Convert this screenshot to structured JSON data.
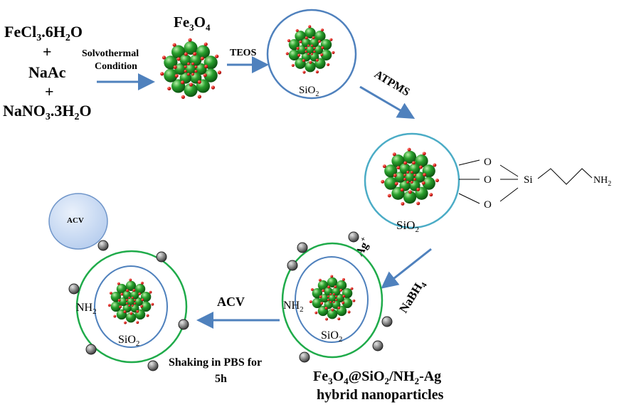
{
  "colors": {
    "arrow": "#4f81bd",
    "shell_blue": "#4f81bd",
    "shell_green": "#1fab4a",
    "silver": "#8c8c8c",
    "sphere_green": "#2aa12e",
    "atom_red": "#e0201b",
    "acv_fill": "#c5d8f1",
    "acv_stroke": "#6f95c9"
  },
  "reagents": {
    "line1_main": "FeCl",
    "line1_sub": "3",
    "line1_rest": ".6H",
    "line1_sub2": "2",
    "line1_end": "O",
    "plus1": "+",
    "line2": "NaAc",
    "plus2": "+",
    "line3_main": "NaNO",
    "line3_sub": "3",
    "line3_rest": ".3H",
    "line3_sub2": "2",
    "line3_end": "O"
  },
  "step1": {
    "line1": "Solvothermal",
    "line2": "Condition"
  },
  "fe3o4": {
    "main": "Fe",
    "sub1": "3",
    "mid": "O",
    "sub2": "4"
  },
  "step2": {
    "label": "TEOS"
  },
  "sio2": {
    "main": "SiO",
    "sub": "2"
  },
  "step3": {
    "label": "ATPMS"
  },
  "silane": {
    "o1": "O",
    "o2": "O",
    "o3": "O",
    "si": "Si",
    "nh": "NH",
    "nh_sub": "2"
  },
  "step4": {
    "ag": "Ag",
    "ag_sup": "+",
    "reductant_main": "NaBH",
    "reductant_sub": "4"
  },
  "nh2": {
    "main": "NH",
    "sub": "2"
  },
  "step5": {
    "label": "ACV",
    "condition_line1": "Shaking in PBS for",
    "condition_line2": "5h"
  },
  "acv_bubble": {
    "label": "ACV"
  },
  "product": {
    "fe": "Fe",
    "s1": "3",
    "o": "O",
    "s2": "4",
    "at": "@SiO",
    "s3": "2",
    "slash": "/NH",
    "s4": "2",
    "ag": "-Ag",
    "line2": "hybrid nanoparticles"
  }
}
